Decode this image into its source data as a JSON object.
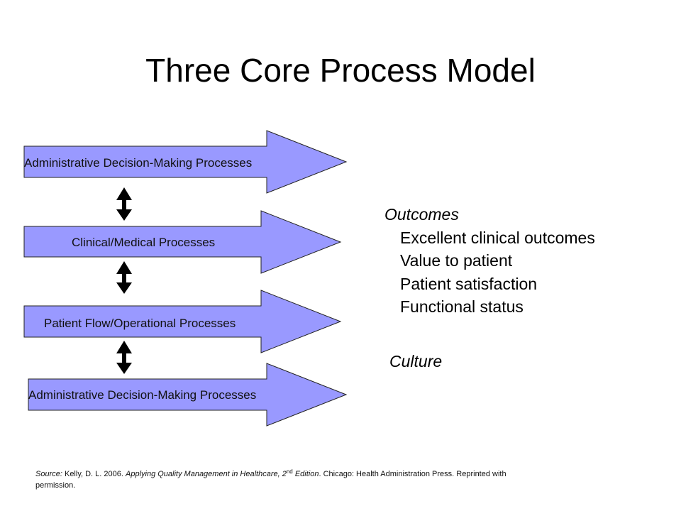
{
  "title": "Three Core Process Model",
  "processes": [
    "Administrative Decision-Making Processes",
    "Clinical/Medical Processes",
    "Patient Flow/Operational Processes",
    "Administrative Decision-Making Processes"
  ],
  "outcomes": {
    "heading": "Outcomes",
    "items": [
      "Excellent clinical outcomes",
      "Value to patient",
      "Patient satisfaction",
      "Functional status"
    ]
  },
  "culture": "Culture",
  "source": {
    "prefix": "Source:",
    "author": " Kelly, D. L. 2006. ",
    "book": "Applying Quality Management in Healthcare, 2",
    "sup": "nd",
    "edition": " Edition",
    "rest": ". Chicago: Health Administration Press. Reprinted with permission."
  },
  "colors": {
    "arrow_fill": "#9999ff",
    "arrow_stroke": "#222222",
    "connector": "#000000"
  }
}
